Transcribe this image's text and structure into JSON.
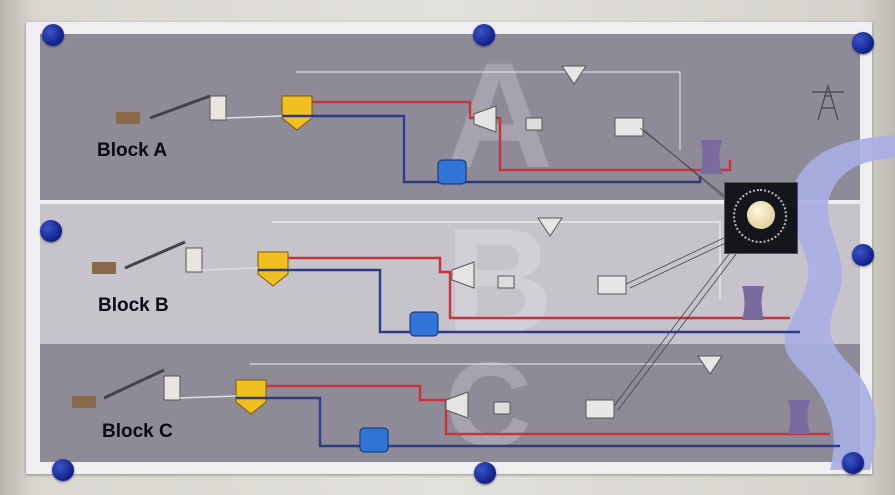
{
  "blocks": [
    {
      "label": "Block A",
      "ghost": "A"
    },
    {
      "label": "Block B",
      "ghost": "B"
    },
    {
      "label": "Block C",
      "ghost": "C"
    }
  ],
  "colors": {
    "panel_dark": "#8f8a98",
    "panel_light": "#c6c3cb",
    "hot_line": "#c8323a",
    "cold_line": "#2c3b8a",
    "river": "#a9aee6",
    "boiler": "#f0c020",
    "condenser": "#2f74d6",
    "cooling_tower": "#7a6aa0",
    "pin": "#1a2aa0"
  },
  "icons": [
    "conveyor-icon",
    "coal-truck-icon",
    "crusher-icon",
    "boiler-icon",
    "turbine-icon",
    "generator-icon",
    "transformer-icon",
    "condenser-icon",
    "cooling-tower-icon",
    "silo-icon",
    "pylon-icon",
    "control-dial-icon",
    "pin-icon"
  ]
}
